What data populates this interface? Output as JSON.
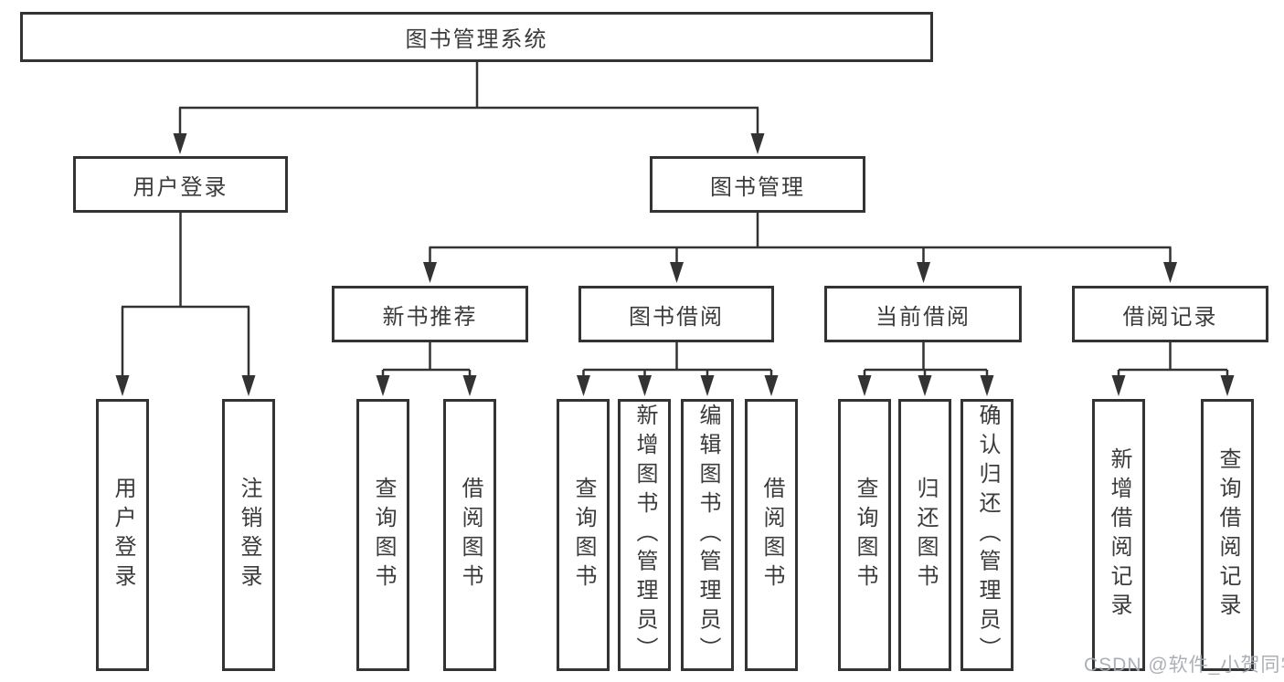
{
  "diagram": {
    "root": "图书管理系统",
    "branches": [
      {
        "label": "用户登录",
        "children": [
          "用户登录",
          "注销登录"
        ]
      },
      {
        "label": "图书管理",
        "sections": [
          {
            "label": "新书推荐",
            "children": [
              "查询图书",
              "借阅图书"
            ]
          },
          {
            "label": "图书借阅",
            "children": [
              "查询图书",
              "新增图书（管理员）",
              "编辑图书（管理员）",
              "借阅图书"
            ]
          },
          {
            "label": "当前借阅",
            "children": [
              "查询图书",
              "归还图书",
              "确认归还（管理员）"
            ]
          },
          {
            "label": "借阅记录",
            "children": [
              "新增借阅记录",
              "查询借阅记录"
            ]
          }
        ]
      }
    ],
    "watermark": "CSDN @软件_小贺同学",
    "colors": {
      "line": "#333333",
      "box_border": "#333333",
      "box_fill": "#ffffff",
      "text": "#3b3b3b",
      "watermark_text": "#a4a9b1"
    }
  }
}
